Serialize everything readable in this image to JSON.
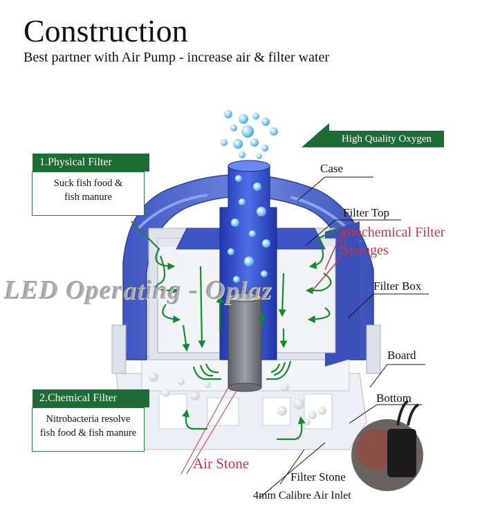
{
  "header": {
    "title": "Construction",
    "subtitle": "Best partner with Air Pump - increase air & filter water"
  },
  "callouts": {
    "oxygen": "High Quality Oxygen",
    "case": "Case",
    "filter_top": "Filter Top",
    "biochemical_1": "Biochemical Filter",
    "biochemical_2": "Sponges",
    "filter_box": "Filter Box",
    "board": "Board",
    "bottom": "Bottom",
    "air_stone": "Air Stone",
    "filter_stone": "Filter Stone",
    "air_inlet": "4mm Calibre Air Inlet"
  },
  "physical_filter": {
    "heading": "1.Physical Filter",
    "line1": "Suck fish food &",
    "line2": "fish manure"
  },
  "chemical_filter": {
    "heading": "2.Chemical Filter",
    "line1": "Nitrobacteria resolve",
    "line2": "fish food & fish manure"
  },
  "watermark": "LED Operating - Oplaz",
  "colors": {
    "green_label": "#1d6b35",
    "red_label": "#c8343f",
    "case_blue": "#4a64c8",
    "core_blue": "#2a45c8",
    "flow_arrow": "#138a2e"
  }
}
